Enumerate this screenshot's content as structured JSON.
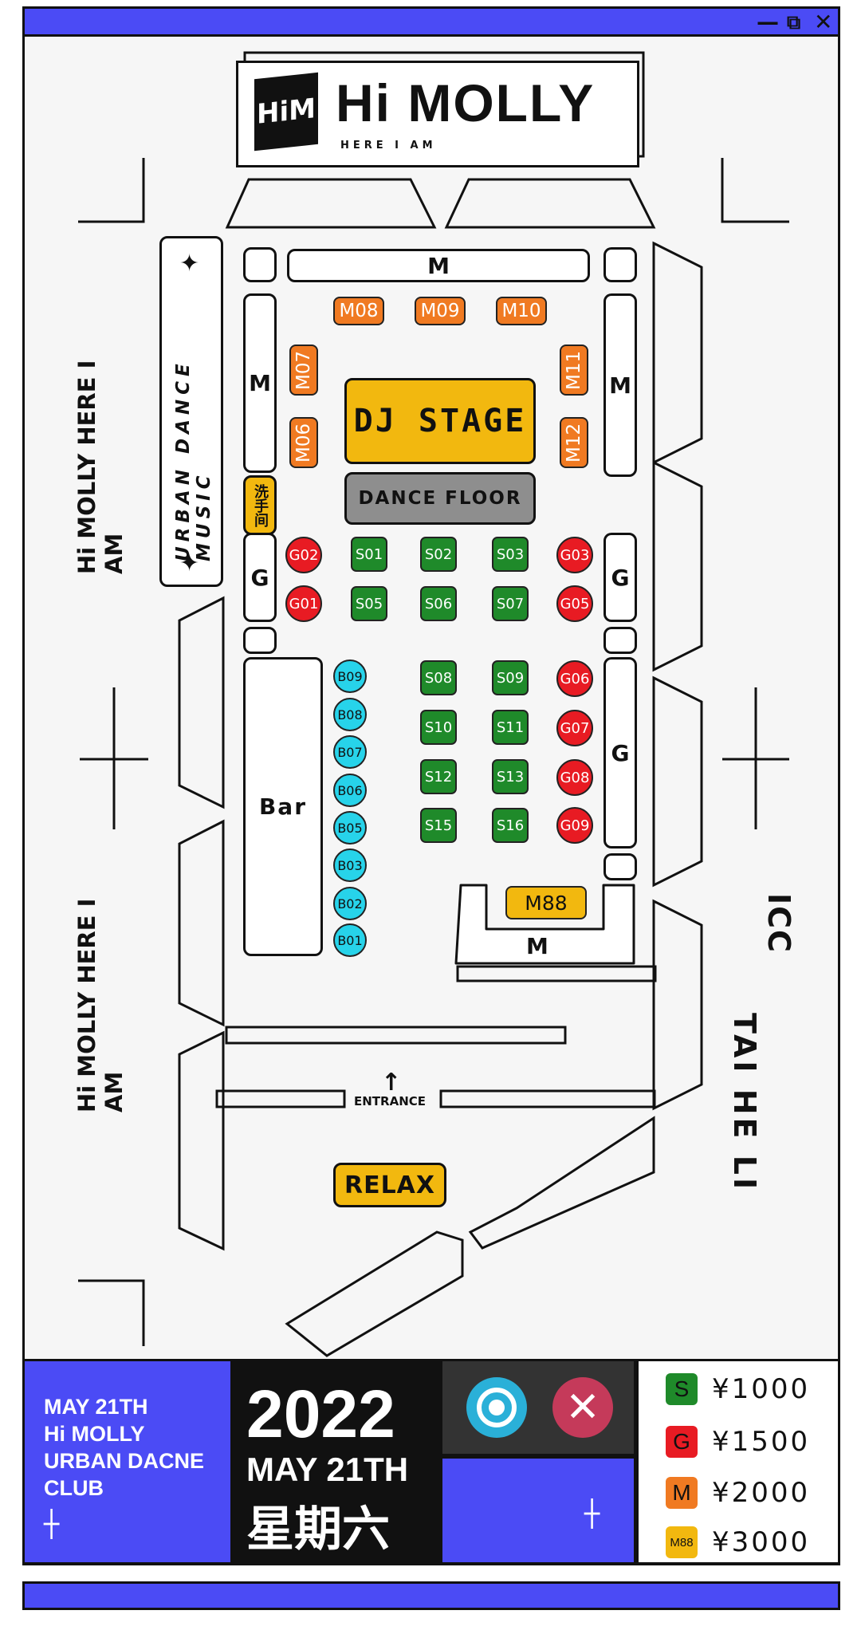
{
  "window": {
    "minimize_icon": "minimize-icon",
    "restore_icon": "restore-icon",
    "close_icon": "close-icon"
  },
  "logo": {
    "mark": "HiM",
    "name": "Hi MOLLY",
    "tagline": "HERE I AM"
  },
  "side_text": {
    "upper_left": "Hi MOLLY   HERE I AM",
    "lower_left": "Hi MOLLY   HERE I AM",
    "banner": "URBAN DANCE MUSIC",
    "right_1": "ICC",
    "right_2": "TAI HE LI"
  },
  "map": {
    "m_label": "M",
    "g_label": "G",
    "bar": "Bar",
    "restroom": "洗手间",
    "dj_stage": "DJ STAGE",
    "dance_floor": "DANCE FLOOR",
    "entrance": "ENTRANCE",
    "relax": "RELAX",
    "m88": "M88",
    "m_tables_top": [
      "M08",
      "M09",
      "M10"
    ],
    "m_tables_left": [
      "M07",
      "M06"
    ],
    "m_tables_right": [
      "M11",
      "M12"
    ],
    "g_tables": [
      "G02",
      "G01",
      "G03",
      "G05",
      "G06",
      "G07",
      "G08",
      "G09"
    ],
    "s_tables": [
      "S01",
      "S02",
      "S03",
      "S05",
      "S06",
      "S07",
      "S08",
      "S09",
      "S10",
      "S11",
      "S12",
      "S13",
      "S15",
      "S16"
    ],
    "b_tables": [
      "B09",
      "B08",
      "B07",
      "B06",
      "B05",
      "B03",
      "B02",
      "B01"
    ]
  },
  "footer": {
    "info": [
      "MAY 21TH",
      "Hi MOLLY",
      "URBAN DACNE",
      "CLUB"
    ],
    "year": "2022",
    "date": "MAY 21TH",
    "weekday": "星期六"
  },
  "prices": [
    {
      "code": "S",
      "price": "¥1000",
      "color": "#1f8a2a"
    },
    {
      "code": "G",
      "price": "¥1500",
      "color": "#e81b23"
    },
    {
      "code": "M",
      "price": "¥2000",
      "color": "#f07a22"
    },
    {
      "code": "M88",
      "price": "¥3000",
      "color": "#f2b80f"
    }
  ],
  "colors": {
    "accent": "#4b4bf5",
    "stage": "#f2b80f",
    "floor": "#8e8e8e"
  }
}
